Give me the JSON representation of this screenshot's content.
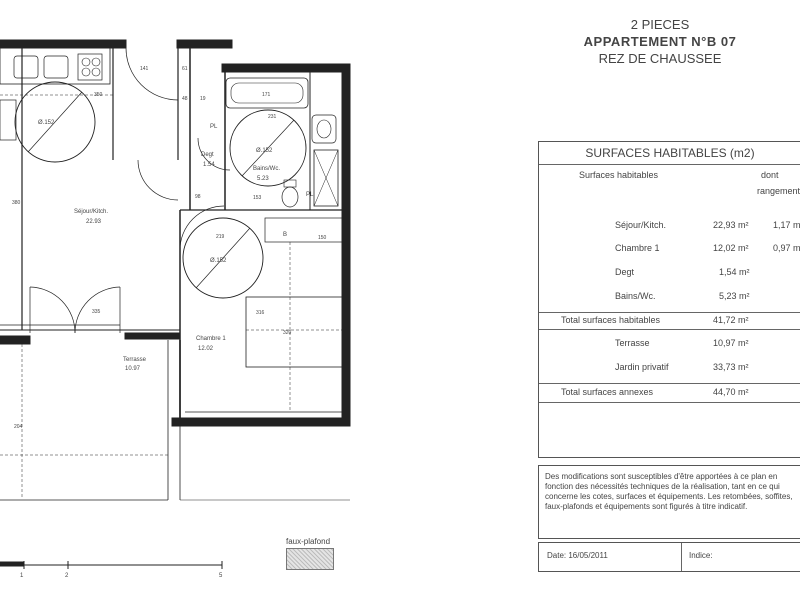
{
  "header": {
    "line1": "2 PIECES",
    "line2": "APPARTEMENT N°B 07",
    "line3": "REZ DE CHAUSSEE"
  },
  "surfaces": {
    "title": "SURFACES HABITABLES (m2)",
    "col_label": "Surfaces habitables",
    "col_dont": "dont",
    "col_rangement": "rangement",
    "rows": [
      {
        "name": "Séjour/Kitch.",
        "value": "22,93 m²",
        "dont": "1,17 m"
      },
      {
        "name": "Chambre 1",
        "value": "12,02 m²",
        "dont": "0,97 m"
      },
      {
        "name": "Degt",
        "value": "1,54 m²",
        "dont": ""
      },
      {
        "name": "Bains/Wc.",
        "value": "5,23 m²",
        "dont": ""
      }
    ],
    "total_hab_label": "Total surfaces habitables",
    "total_hab_value": "41,72 m²",
    "annex_rows": [
      {
        "name": "Terrasse",
        "value": "10,97 m²"
      },
      {
        "name": "Jardin privatif",
        "value": "33,73 m²"
      }
    ],
    "total_annex_label": "Total surfaces annexes",
    "total_annex_value": "44,70 m²"
  },
  "notes": {
    "text": "Des modifications sont susceptibles d'être apportées à ce plan en fonction des nécessités techniques de la réalisation, tant en ce qui concerne les cotes, surfaces et équipements. Les retombées, soffites, faux-plafonds et équipements sont figurés à titre indicatif."
  },
  "footer": {
    "date": "Date: 16/05/2011",
    "indice": "Indice:"
  },
  "legend": {
    "faux_plafond": "faux-plafond"
  },
  "plan": {
    "room_sejour": "Séjour/Kitch.",
    "area_sejour": "22.93",
    "room_degt": "Degt",
    "area_degt": "1.54",
    "room_bains": "Bains/Wc.",
    "area_bains": "5.23",
    "room_chambre": "Chambre 1",
    "area_chambre": "12.02",
    "room_terrasse": "Terrasse",
    "area_terrasse": "10.97",
    "circle_1": "Ø.152",
    "circle_2": "Ø.152",
    "circle_3": "Ø.152",
    "dims": [
      "141",
      "350",
      "171",
      "231",
      "153",
      "150",
      "316",
      "335",
      "320",
      "380",
      "219",
      "204",
      "98",
      "61",
      "48",
      "19"
    ],
    "scale_marks": [
      "1",
      "2",
      "5"
    ],
    "pl_labels": [
      "PL",
      "PL"
    ],
    "b_label": "B"
  }
}
